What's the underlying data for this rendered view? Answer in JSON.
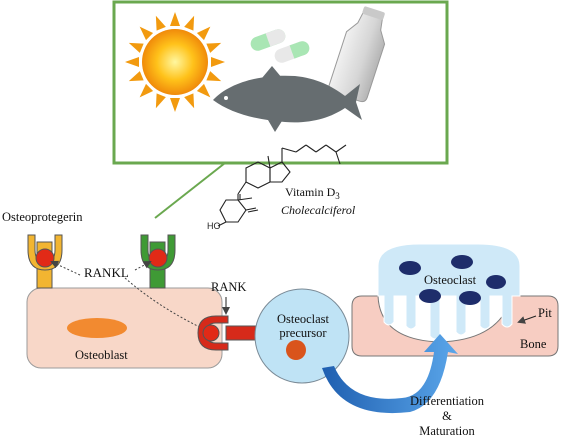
{
  "labels": {
    "osteoprotegerin": "Osteoprotegerin",
    "rankl": "RANKL",
    "rank": "RANK",
    "osteoblast": "Osteoblast",
    "precursor_line1": "Osteoclast",
    "precursor_line2": "precursor",
    "osteoclast": "Osteoclast",
    "pit": "Pit",
    "bone": "Bone",
    "diff_line1": "Differentiation",
    "diff_line2": "&",
    "diff_line3": "Maturation",
    "vitamin_prefix": "Vitamin D",
    "vitamin_sub": "3",
    "vitamin_name": "Cholecalciferol",
    "ho": "HO"
  },
  "colors": {
    "frame": "#6aa84f",
    "osteoblast_fill": "#f8d7c8",
    "nucleus": "#f28a30",
    "precursor_fill": "#bfe3f5",
    "precursor_nucleus": "#d9541c",
    "rank_red": "#d62a1a",
    "opg_yellow": "#f2b531",
    "rankl_green": "#3f9a35",
    "bone_fill": "#f7cdc2",
    "osteoclast_fill": "#cfe9f8",
    "osteoclast_nuclei": "#1e2d6b",
    "arrow_blue": "#2f7fd0"
  },
  "icons": [
    "sun-icon",
    "capsules-icon",
    "milk-bottle-icon",
    "fish-icon",
    "vitamin-d3-structure"
  ]
}
